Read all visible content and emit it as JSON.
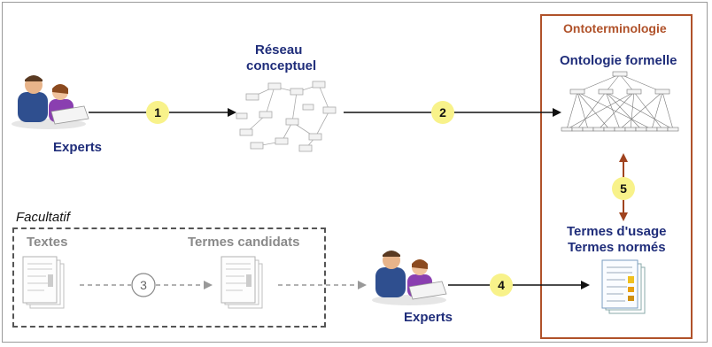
{
  "onto_title": "Ontoterminologie",
  "onto_formal": "Ontologie formelle",
  "network_label_1": "Réseau",
  "network_label_2": "conceptuel",
  "experts_top": "Experts",
  "experts_bottom": "Experts",
  "optional_label": "Facultatif",
  "textes_label": "Textes",
  "candidates_label": "Termes candidats",
  "usage_label": "Termes d'usage",
  "normes_label": "Termes normés",
  "steps": [
    "1",
    "2",
    "3",
    "4",
    "5"
  ],
  "colors": {
    "navy": "#1f2d7a",
    "brown": "#b0522a",
    "yellow": "#f8f28a",
    "grey": "#8a8a8a"
  }
}
